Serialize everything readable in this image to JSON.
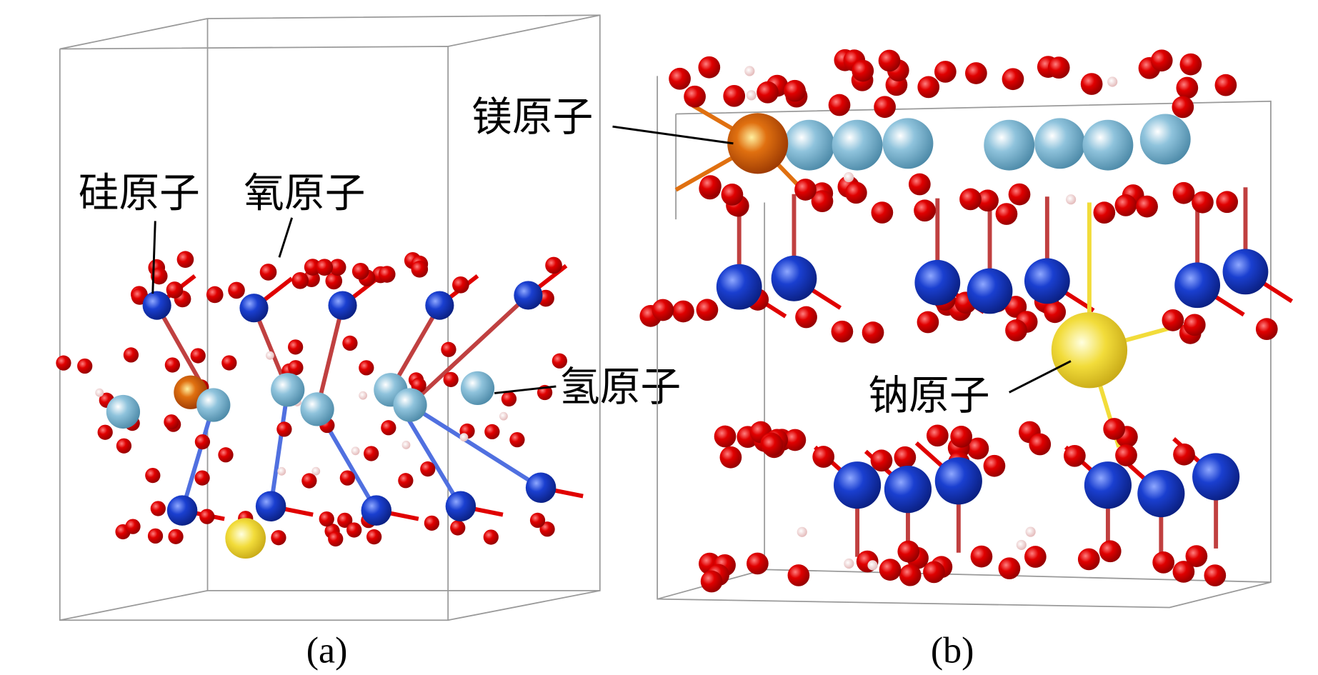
{
  "panels": [
    {
      "caption": "(a)",
      "labels": {
        "si": "硅原子",
        "o": "氧原子",
        "h": "氢原子"
      }
    },
    {
      "caption": "(b)",
      "labels": {
        "mg": "镁原子",
        "na": "钠原子"
      }
    }
  ],
  "colors": {
    "oxygen": "#e00000",
    "silicon": "#1a3fd0",
    "hydrogen_layer": "#8fc3dc",
    "magnesium": "#e07010",
    "sodium": "#f2dc3a",
    "hydrogen": "#f5d8d8"
  }
}
